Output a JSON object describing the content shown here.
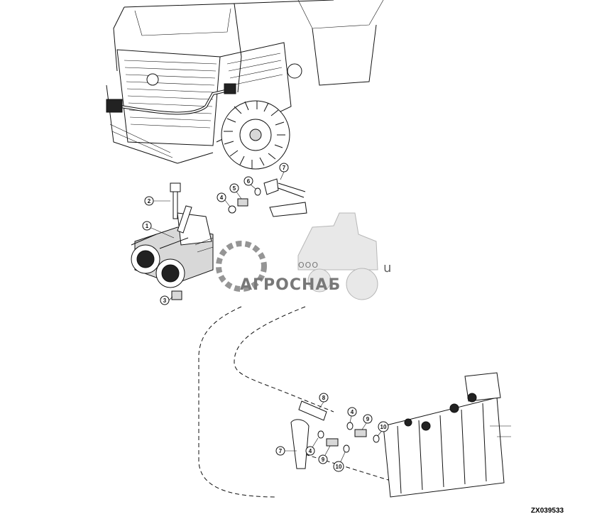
{
  "diagram": {
    "reference_code": "ZX039533",
    "callouts": [
      "1",
      "2",
      "3",
      "4",
      "5",
      "6",
      "7",
      "8",
      "9",
      "10"
    ],
    "lower_callouts": [
      "8",
      "4",
      "9",
      "10",
      "7",
      "4",
      "9",
      "10"
    ]
  },
  "watermark": {
    "prefix": "ООО",
    "name": "АГРОСНАБ",
    "suffix": "u"
  }
}
